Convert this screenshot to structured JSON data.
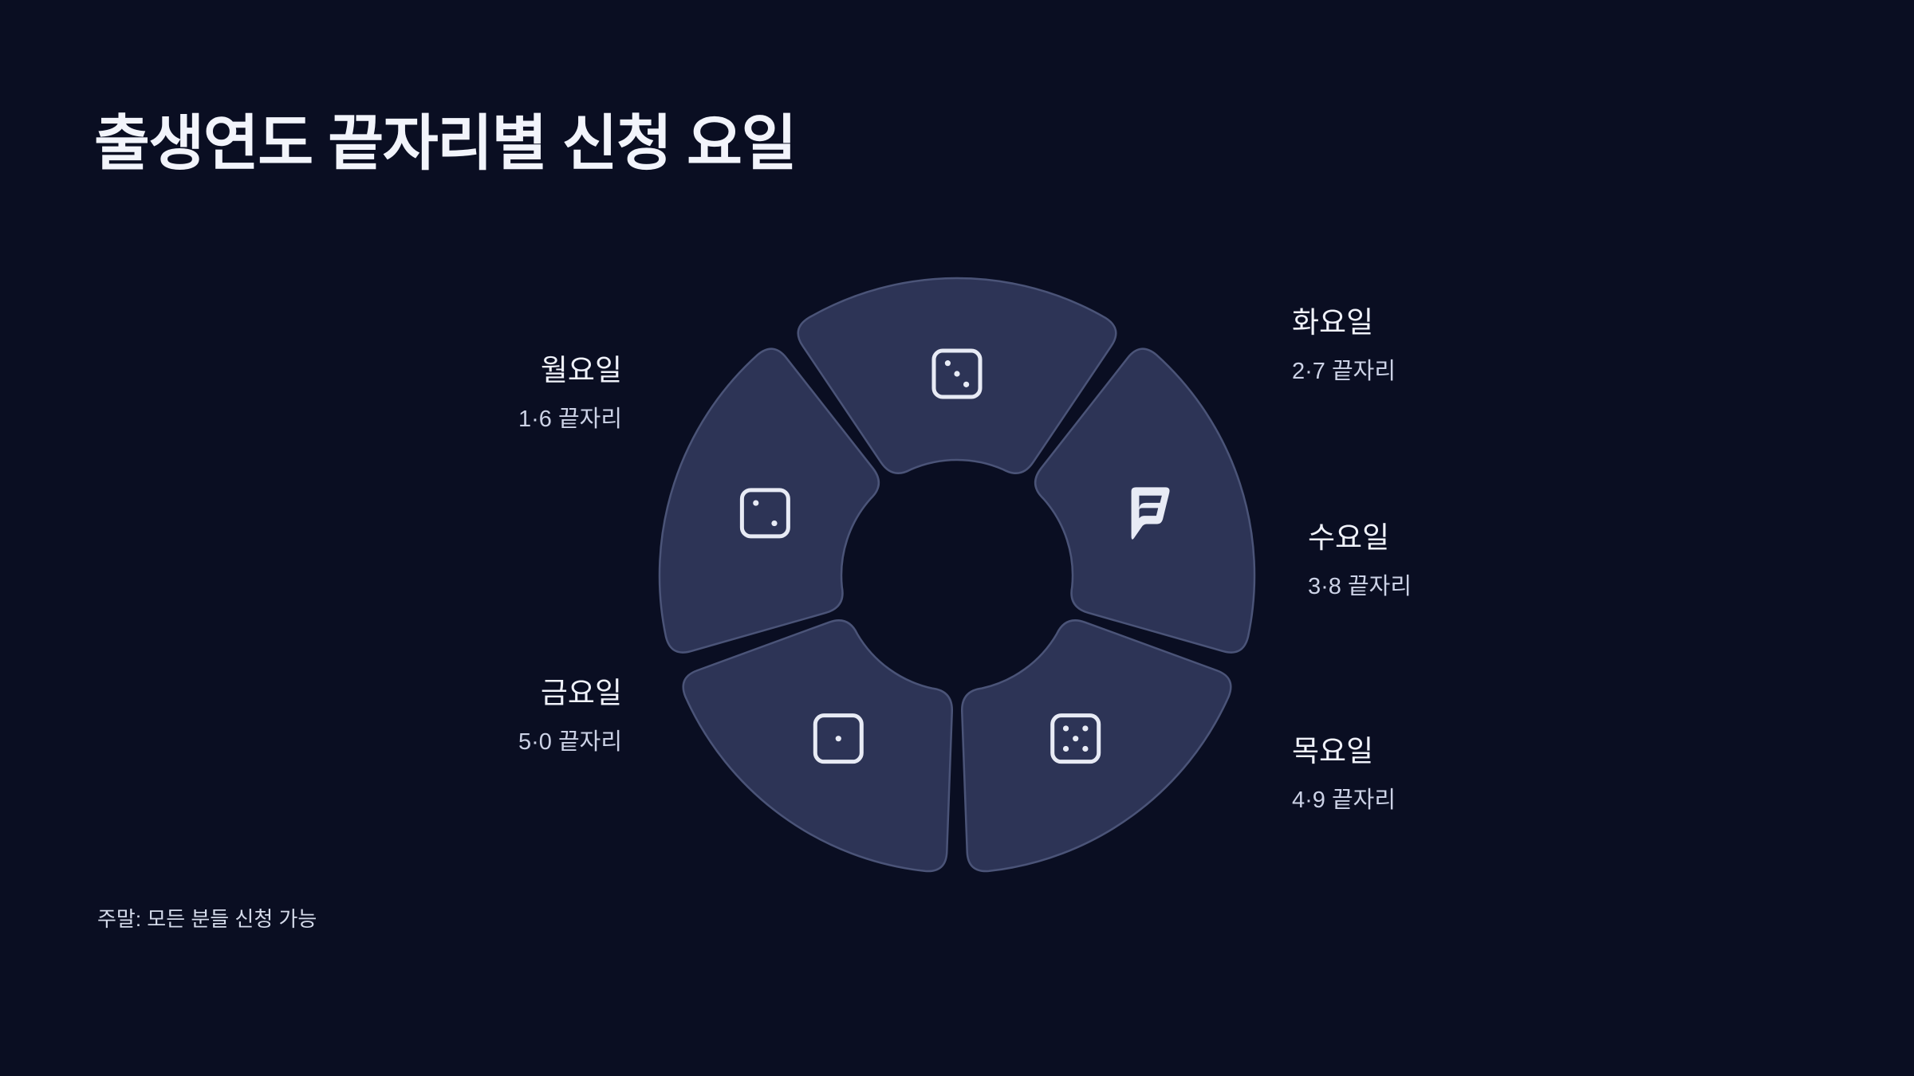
{
  "page": {
    "title": "출생연도 끝자리별 신청 요일",
    "footnote": "주말: 모든 분들 신청 가능",
    "background_color": "#0a0e22",
    "segment_fill_color": "#2d3456",
    "segment_stroke_color": "#4b5478",
    "text_color": "#e8ebf5"
  },
  "chart_data": {
    "type": "pie",
    "title": "출생연도 끝자리별 신청 요일",
    "subtitle": "",
    "note": "주말: 모든 분들 신청 가능",
    "legend_position": "outside-left-right",
    "donut": true,
    "inner_radius": 145,
    "outer_radius": 373,
    "center": [
      1200,
      722
    ],
    "start_angle_deg": 180,
    "segment_count": 5,
    "categories": [
      "월요일",
      "화요일",
      "수요일",
      "목요일",
      "금요일"
    ],
    "values": [
      20,
      20,
      20,
      20,
      20
    ],
    "labels": [
      "1·6 끝자리",
      "2·7 끝자리",
      "3·8 끝자리",
      "4·9 끝자리",
      "5·0 끝자리"
    ],
    "segments": [
      {
        "id": "mon",
        "day": "월요일",
        "digits": "1·6 끝자리",
        "icon": "dice-1-icon",
        "pips": 1,
        "value": 20,
        "start_angle_deg": 180,
        "end_angle_deg": 252
      },
      {
        "id": "tue",
        "day": "화요일",
        "digits": "2·7 끝자리",
        "icon": "dice-2-icon",
        "pips": 2,
        "value": 20,
        "start_angle_deg": 252,
        "end_angle_deg": 324
      },
      {
        "id": "wed",
        "day": "수요일",
        "digits": "3·8 끝자리",
        "icon": "dice-3-icon",
        "pips": 3,
        "value": 20,
        "start_angle_deg": 324,
        "end_angle_deg": 396
      },
      {
        "id": "thu",
        "day": "목요일",
        "digits": "4·9 끝자리",
        "icon": "foursquare-icon",
        "pips": 4,
        "value": 20,
        "start_angle_deg": 36,
        "end_angle_deg": 108
      },
      {
        "id": "fri",
        "day": "금요일",
        "digits": "5·0 끝자리",
        "icon": "dice-5-icon",
        "pips": 5,
        "value": 20,
        "start_angle_deg": 108,
        "end_angle_deg": 180
      }
    ]
  }
}
